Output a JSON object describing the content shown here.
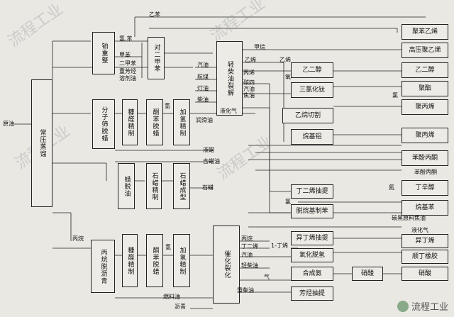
{
  "watermarks": [
    "流程工业",
    "流程工业",
    "流程工业",
    "流程工业"
  ],
  "logo_text": "流程工业",
  "boxes": {
    "left_feed": "原油",
    "atm_dist": "常压蒸馏",
    "reformer": "铂重整",
    "px": "对二甲苯",
    "cracker": "轻柴油裂解",
    "dewax": "分子筛脱蜡",
    "refine1": "糠醛精制",
    "dewax2": "酮苯脱蜡",
    "hydro1": "加氢精制",
    "wax_oil": "蜡脱油",
    "wax_ref": "石蜡精制",
    "wax_form": "石蜡成型",
    "propane": "丙烷脱沥青",
    "refine2": "糠醛精制",
    "dewax3": "酮苯脱蜡",
    "hydro2": "加氢精制",
    "fcc": "催化裂化",
    "ethylene_glycol": "乙二醇",
    "ticl": "三氯化钛",
    "ethylene_cut": "乙烷切割",
    "alkyl_al": "烷基铝",
    "butadiene_ext": "丁二烯抽提",
    "alkylbenzene": "脱烷基制苯",
    "isobutene_ext": "异丁烯抽提",
    "ox_dehydro": "氧化脱氢",
    "synth_ammonia": "合成氨",
    "aromatics_ext": "芳烃抽提",
    "nitric": "硝酸",
    "r_ps": "聚苯乙烯",
    "r_hdpe": "高压聚乙烯",
    "r_eg": "乙二醇",
    "r_acrylic": "聚酯",
    "r_pp": "聚丙烯",
    "r_acn": "聚丙烯",
    "r_phenol": "苯酚丙酮",
    "r_butanol": "丁辛醇",
    "r_alkylbenz": "烷基苯",
    "r_isobutyl": "异丁烯",
    "r_rubber": "顺丁橡胶",
    "r_nitric": "硝酸"
  },
  "labels": {
    "l_ethylbenz": "乙苯",
    "l_hbenz": "氢,苯",
    "l_toluene": "甲苯",
    "l_xylene": "二甲苯",
    "l_heavy": "重芳烃",
    "l_solvent": "溶剂油",
    "l_gasoline": "汽油",
    "l_jet": "航煤",
    "l_kero": "灯油",
    "l_diesel": "柴油",
    "l_methane": "甲烷",
    "l_ethylene": "乙烯",
    "l_propylene": "丙烯",
    "l_c4": "碳四",
    "l_gas": "汽油",
    "l_fuel": "焦油",
    "l_lpg": "液化气",
    "l_oxygen": "氧",
    "l_chlorine": "氯",
    "l_hydrogen": "氢",
    "l_lube": "润滑油",
    "l_liq_wax": "液蜡",
    "l_wax_oil": "含蜡油",
    "l_paraffin": "石蜡",
    "l_propane_in": "丙烷",
    "l_h2": "氢",
    "l_fuel_oil": "燃料油",
    "l_asphalt": "沥青",
    "l_c3": "丙烷",
    "l_c4b": "丁二烯",
    "l_gas2": "汽油",
    "l_light_diesel": "轻柴油",
    "l_butene": "1-丁烯",
    "l_heavy_diesel": "重柴油",
    "l_gas3": "气",
    "l_coke": "碳黑原料焦油",
    "l_lpg2": "液化气",
    "l_acetylene": "氯",
    "l_ammonia": "氮",
    "l_ethylene2": "乙烯",
    "l_phenylacetone": "苯酚丙酮"
  }
}
